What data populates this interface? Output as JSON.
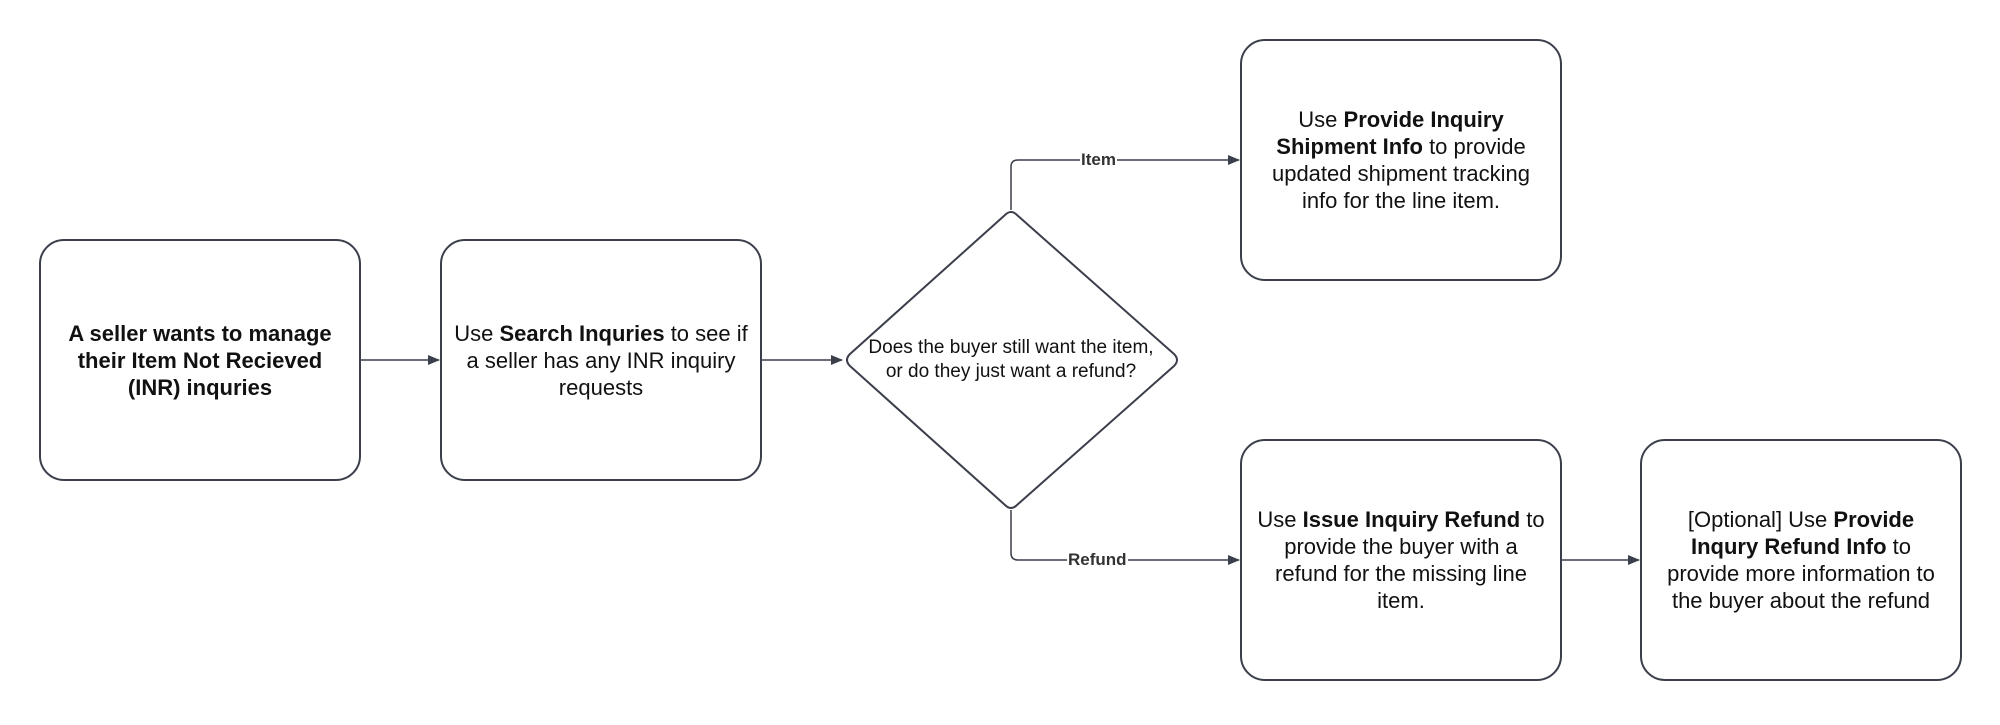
{
  "nodes": {
    "start": {
      "type": "process",
      "parts": [
        {
          "text": "A seller wants to manage their Item Not Recieved (INR) inquries",
          "bold": true
        }
      ]
    },
    "search": {
      "type": "process",
      "parts": [
        {
          "text": "Use ",
          "bold": false
        },
        {
          "text": "Search Inquries",
          "bold": true
        },
        {
          "text": " to see if a seller has any INR inquiry requests",
          "bold": false
        }
      ]
    },
    "decision": {
      "type": "decision",
      "parts": [
        {
          "text": "Does the buyer still want the item, or do they just want a refund?",
          "bold": false
        }
      ]
    },
    "shipment": {
      "type": "process",
      "parts": [
        {
          "text": "Use ",
          "bold": false
        },
        {
          "text": "Provide Inquiry Shipment Info",
          "bold": true
        },
        {
          "text": " to provide updated shipment tracking info for the line item.",
          "bold": false
        }
      ]
    },
    "refund": {
      "type": "process",
      "parts": [
        {
          "text": "Use ",
          "bold": false
        },
        {
          "text": "Issue Inquiry Refund",
          "bold": true
        },
        {
          "text": " to provide the buyer with a refund for the missing line item.",
          "bold": false
        }
      ]
    },
    "refund_info": {
      "type": "process",
      "parts": [
        {
          "text": "[Optional] Use ",
          "bold": false
        },
        {
          "text": "Provide Inqury Refund Info",
          "bold": true
        },
        {
          "text": " to provide more information to the buyer about the refund",
          "bold": false
        }
      ]
    }
  },
  "edges": {
    "item": {
      "from": "decision",
      "to": "shipment",
      "label": "Item"
    },
    "refund": {
      "from": "decision",
      "to": "refund",
      "label": "Refund"
    },
    "start_search": {
      "from": "start",
      "to": "search",
      "label": ""
    },
    "search_decision": {
      "from": "search",
      "to": "decision",
      "label": ""
    },
    "refund_refund_info": {
      "from": "refund",
      "to": "refund_info",
      "label": ""
    }
  },
  "colors": {
    "stroke": "#3b3f4a",
    "fill": "#ffffff",
    "text": "#111111"
  }
}
